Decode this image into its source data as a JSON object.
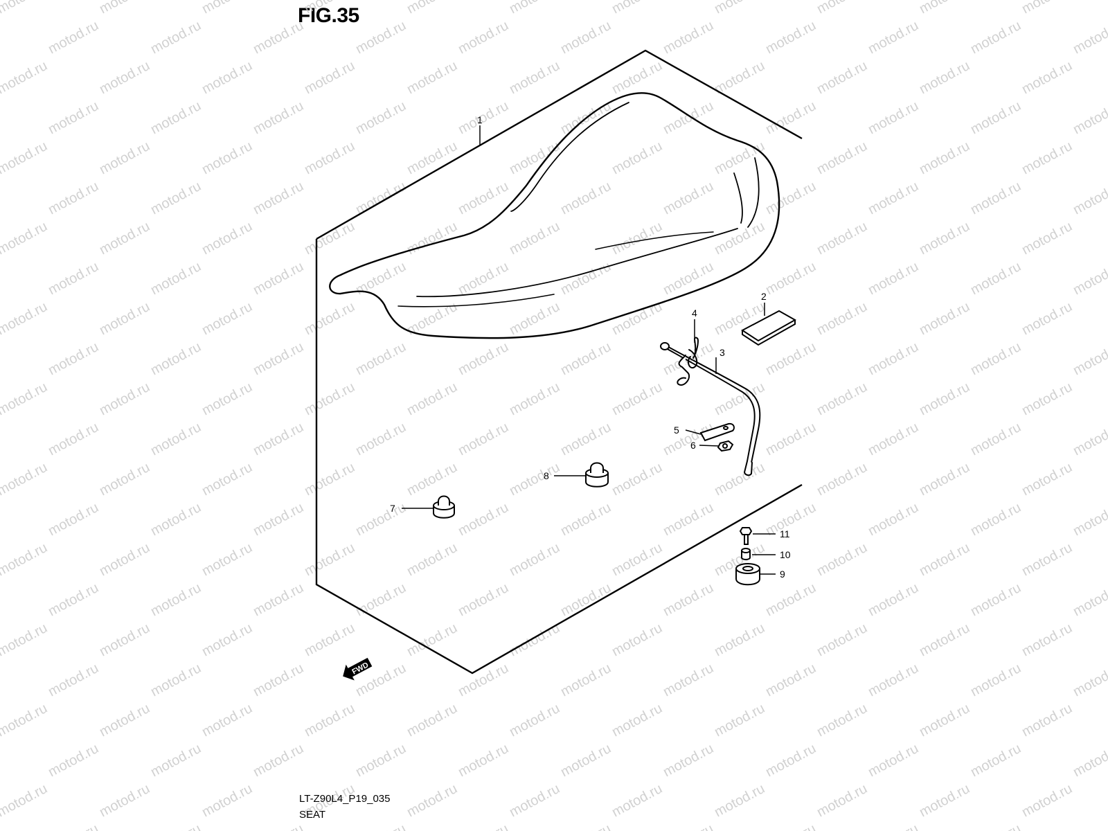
{
  "figure": {
    "title": "FIG.35"
  },
  "footer": {
    "drawing_code": "LT-Z90L4_P19_035",
    "caption": "SEAT"
  },
  "watermark": {
    "text": "motod.ru"
  },
  "forward_marker": {
    "text": "FWD"
  },
  "callouts": [
    {
      "number": "1"
    },
    {
      "number": "2"
    },
    {
      "number": "3"
    },
    {
      "number": "4"
    },
    {
      "number": "5"
    },
    {
      "number": "6"
    },
    {
      "number": "7"
    },
    {
      "number": "8"
    },
    {
      "number": "9"
    },
    {
      "number": "10"
    },
    {
      "number": "11"
    }
  ]
}
